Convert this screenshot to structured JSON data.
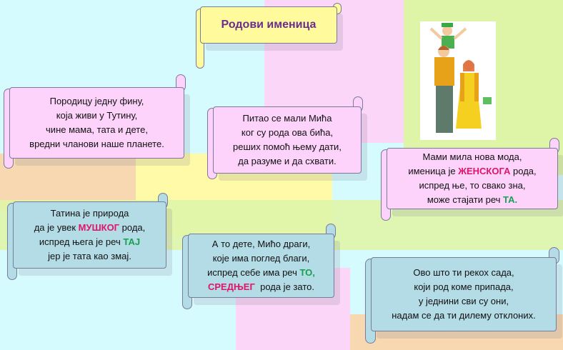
{
  "title": "Родови именица",
  "colors": {
    "masculine_feminine_neuter_highlight": "#e0146a",
    "pronoun_highlight": "#18a050",
    "title": "#6a2c91"
  },
  "scrolls": [
    {
      "lines": [
        [
          "Породицу једну фину,"
        ],
        [
          "која живи у Тутину,"
        ],
        [
          "чине мама, тата и дете,"
        ],
        [
          "вредни чланови наше планете."
        ]
      ]
    },
    {
      "lines": [
        [
          "Питао се мали Мића"
        ],
        [
          "ког су рода ова бића,"
        ],
        [
          "реших помоћ њему дати,"
        ],
        [
          "да разуме и да схвати."
        ]
      ]
    },
    {
      "lines": [
        [
          "Мами мила нова мода,"
        ],
        [
          "именица је ",
          "ЖЕНСКОГА",
          " рода,"
        ],
        [
          "испред ње, то свако зна,"
        ],
        [
          "може стајати реч ",
          "ТА."
        ]
      ]
    },
    {
      "lines": [
        [
          "Татина је природа"
        ],
        [
          "да је увек ",
          "МУШКОГ",
          " рода,"
        ],
        [
          "испред њега је реч ",
          "ТАЈ"
        ],
        [
          "јер је тата као змај."
        ]
      ]
    },
    {
      "lines": [
        [
          "А то дете, Мићо драги,"
        ],
        [
          "које има поглед благи,"
        ],
        [
          "испред себе има реч ",
          "ТО,"
        ],
        [
          "СРЕДЊЕГ",
          "  рода је зато."
        ]
      ]
    },
    {
      "lines": [
        [
          "Ово што ти рекох сада,"
        ],
        [
          "који род коме припада,"
        ],
        [
          "у једнини сви су они,"
        ],
        [
          "надам се да ти дилему отклоних."
        ]
      ]
    }
  ],
  "illustration": "family-illustration"
}
